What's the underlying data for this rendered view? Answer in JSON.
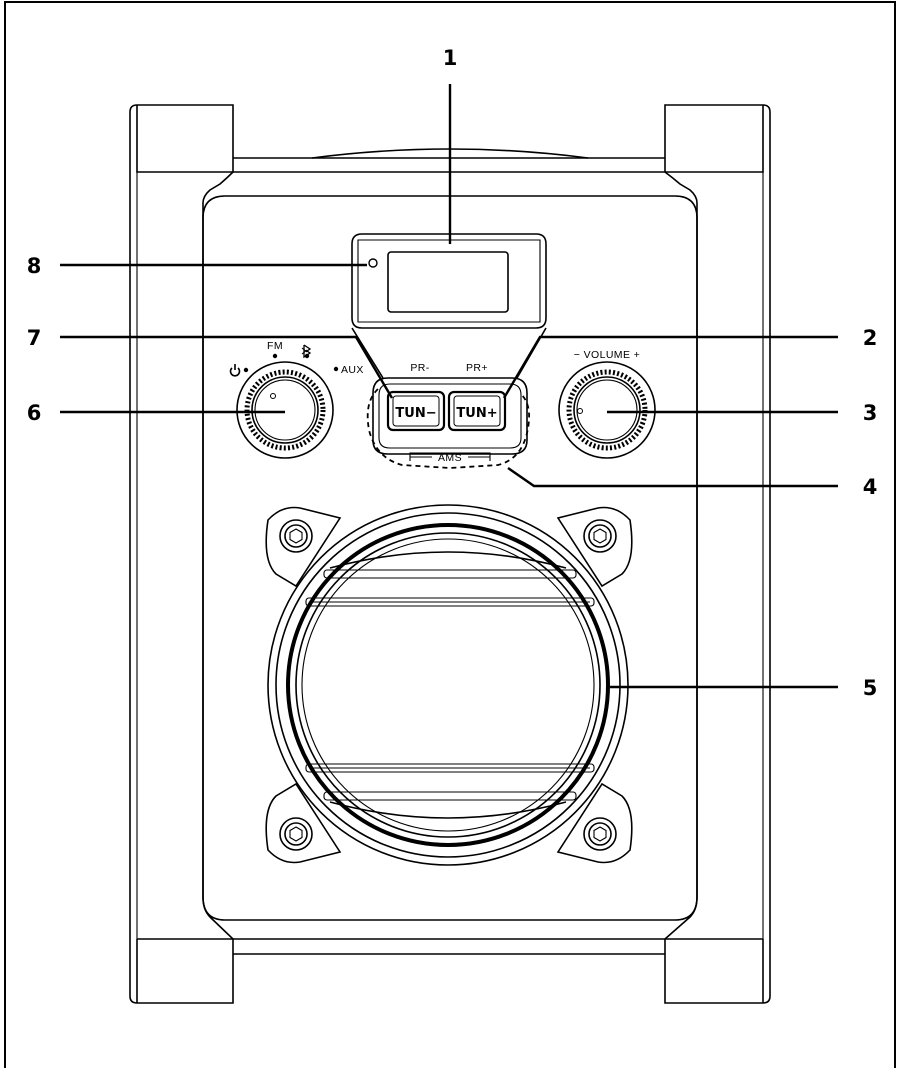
{
  "callouts": [
    {
      "id": "1",
      "label": "1"
    },
    {
      "id": "2",
      "label": "2"
    },
    {
      "id": "3",
      "label": "3"
    },
    {
      "id": "4",
      "label": "4"
    },
    {
      "id": "5",
      "label": "5"
    },
    {
      "id": "6",
      "label": "6"
    },
    {
      "id": "7",
      "label": "7"
    },
    {
      "id": "8",
      "label": "8"
    }
  ],
  "mode_dial": {
    "fm": "FM",
    "aux": "AUX",
    "power_icon": "power-icon",
    "bluetooth_icon": "bluetooth-icon"
  },
  "buttons": {
    "pr_minus": "PR-",
    "pr_plus": "PR+",
    "tun_minus": "TUN−",
    "tun_plus": "TUN+",
    "ams": "AMS"
  },
  "volume": {
    "label": "− VOLUME +"
  }
}
